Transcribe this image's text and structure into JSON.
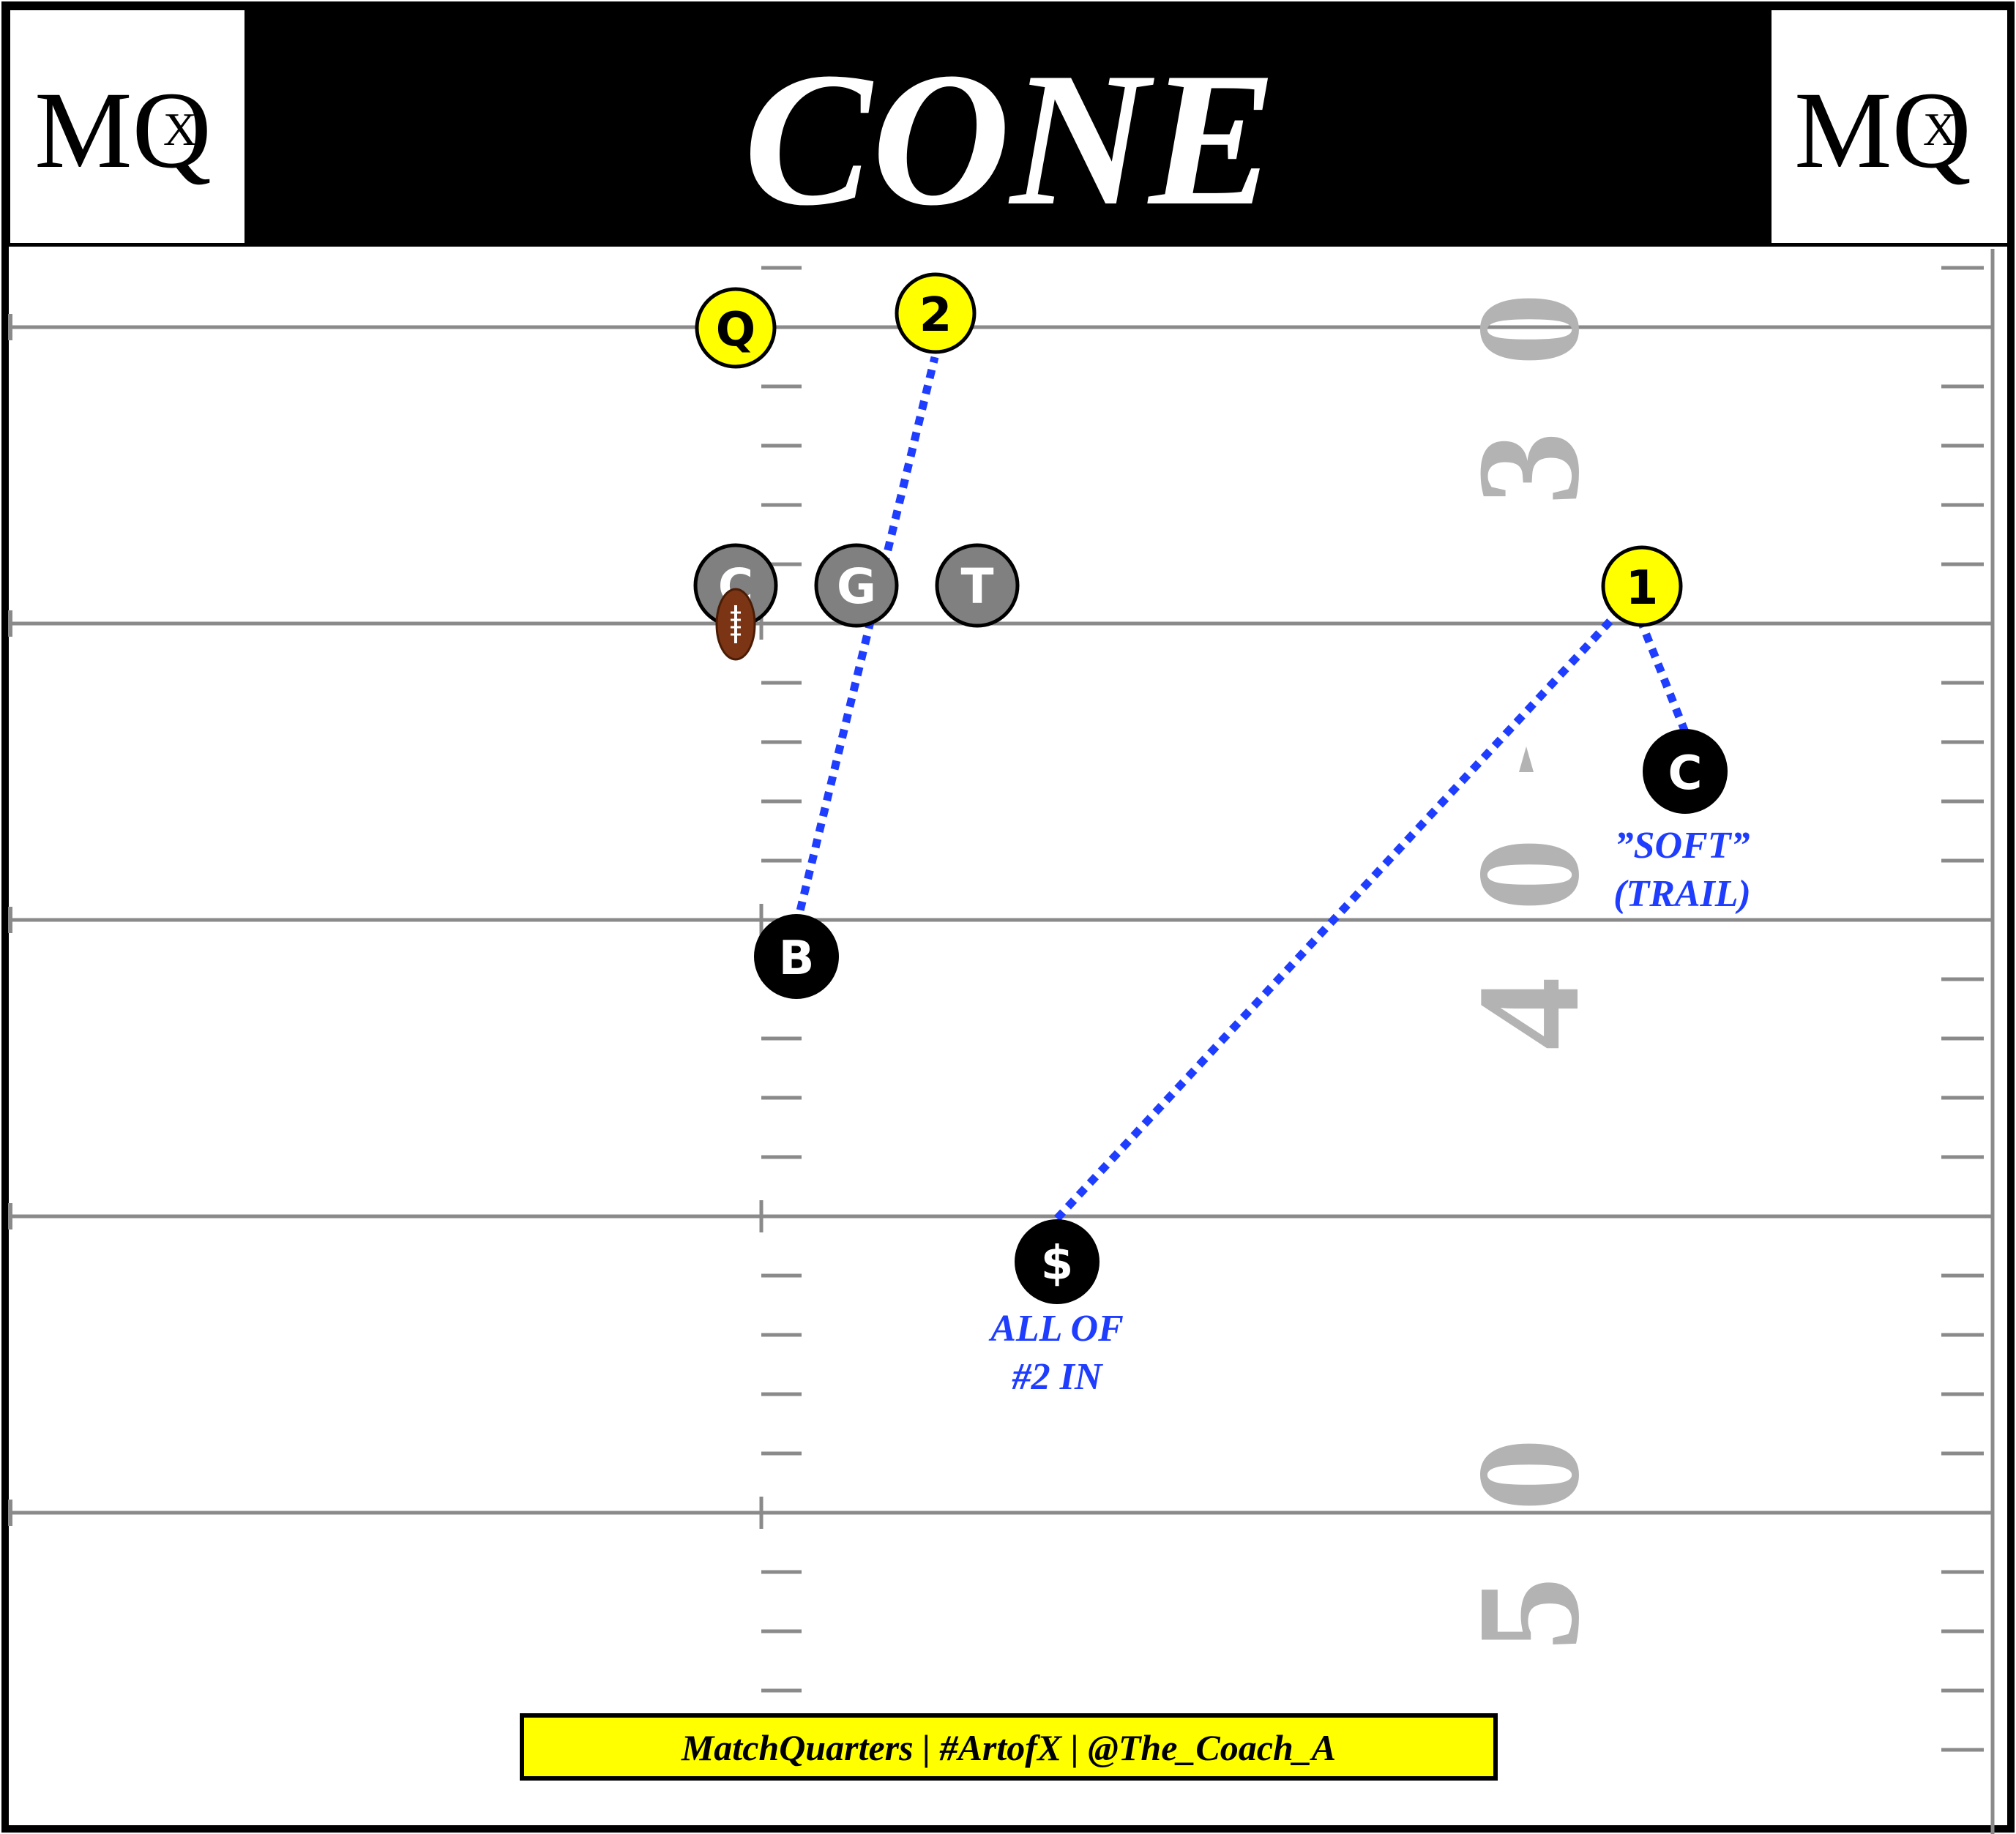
{
  "header": {
    "title": "CONE",
    "logo_left": {
      "main": "MQ",
      "sub": "X"
    },
    "logo_right": {
      "main": "MQ",
      "sub": "X"
    }
  },
  "field": {
    "yard_numbers": [
      {
        "digits": [
          "3",
          "0"
        ]
      },
      {
        "digits": [
          "4",
          "0"
        ],
        "arrow": "left"
      },
      {
        "digits": [
          "5",
          "0"
        ]
      }
    ],
    "colors": {
      "line": "#8a8a8a",
      "number": "#b3b3b3"
    }
  },
  "players": {
    "offense": [
      {
        "label": "Q",
        "color": "#ffff00"
      },
      {
        "label": "2",
        "color": "#ffff00"
      },
      {
        "label": "1",
        "color": "#ffff00"
      }
    ],
    "line": [
      {
        "label": "C",
        "color": "#808080"
      },
      {
        "label": "G",
        "color": "#808080"
      },
      {
        "label": "T",
        "color": "#808080"
      }
    ],
    "defense": [
      {
        "label": "B",
        "color": "#000000"
      },
      {
        "label": "C",
        "color": "#000000"
      },
      {
        "label": "$",
        "color": "#000000"
      }
    ]
  },
  "assignments": [
    {
      "from": "B",
      "to": "2"
    },
    {
      "from": "$",
      "to": "1"
    },
    {
      "from": "C",
      "to": "1"
    }
  ],
  "notes": {
    "corner": [
      "”SOFT”",
      "(TRAIL)"
    ],
    "safety": [
      "ALL OF",
      "#2 IN"
    ]
  },
  "footer": {
    "text": "MatchQuarters | #ArtofX | @The_Coach_A"
  },
  "colors": {
    "accent_blue": "#1f3dff",
    "highlight_yellow": "#ffff00"
  }
}
